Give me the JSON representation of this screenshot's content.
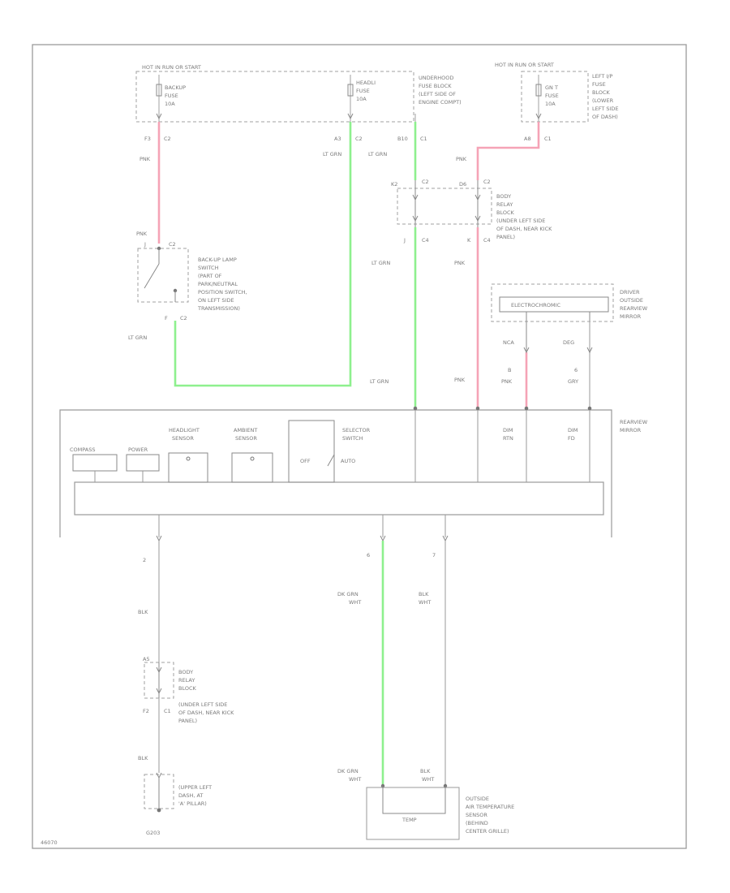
{
  "colors": {
    "pink_wire": "#f5a3b6",
    "green_wire": "#8ef08e",
    "gray_line": "#9a9a9a",
    "light_line": "#b8b8b8",
    "text": "#7a7a7a"
  },
  "fuse_blocks": {
    "left": {
      "header": "HOT IN RUN OR START",
      "fuse1": [
        "BACKUP",
        "FUSE",
        "10A"
      ],
      "fuse1_pin": "F3",
      "fuse1_conn": "C2",
      "fuse2": [
        "HEADLI",
        "FUSE",
        "10A"
      ],
      "fuse2_pin": "A3",
      "fuse2_conn": "C2"
    },
    "underhood_label": [
      "UNDERHOOD",
      "FUSE BLOCK",
      "(LEFT SIDE OF",
      "ENGINE COMPT)"
    ],
    "underhood_pin": "B10",
    "underhood_conn": "C1",
    "right": {
      "header": "HOT IN RUN OR START",
      "fuse": [
        "GN T",
        "FUSE",
        "10A"
      ],
      "pin": "A8",
      "conn": "C1",
      "label": [
        "LEFT I/P",
        "FUSE",
        "BLOCK",
        "(LOWER",
        "LEFT SIDE",
        "OF DASH)"
      ]
    }
  },
  "wires": {
    "pnk1": "PNK",
    "pnk2": "PNK",
    "lt_grn_a": "LT GRN",
    "lt_grn_b": "LT GRN",
    "lt_grn_c": "LT GRN",
    "lt_grn_d": "LT GRN",
    "lt_grn_e": "LT GRN",
    "pnk3": "PNK",
    "pnk4": "PNK",
    "pnk5": "PNK",
    "pnk6": "PNK",
    "gry": "GRY",
    "blk1": "BLK",
    "blk2": "BLK",
    "dk_grn_wht1": [
      "DK GRN",
      "WHT"
    ],
    "blk_wht1": [
      "BLK",
      "WHT"
    ],
    "dk_grn_wht2": [
      "DK GRN",
      "WHT"
    ],
    "blk_wht2": [
      "BLK",
      "WHT"
    ]
  },
  "backup_switch": {
    "label": [
      "BACK-UP LAMP",
      "SWITCH",
      "(PART OF",
      "PARK/NEUTRAL",
      "POSITION SWITCH,",
      "ON LEFT SIDE",
      "TRANSMISSION)"
    ],
    "pin_top": "J",
    "conn_top": "C2",
    "pin_bottom": "F",
    "conn_bottom": "C2"
  },
  "body_relay_top": {
    "label": [
      "BODY",
      "RELAY",
      "BLOCK",
      "(UNDER LEFT SIDE",
      "OF DASH, NEAR KICK",
      "PANEL)"
    ],
    "pin_tl": "K2",
    "conn_tl": "C2",
    "pin_tr": "D6",
    "conn_tr": "C2",
    "pin_bl": "J",
    "conn_bl": "C4",
    "pin_br": "K",
    "conn_br": "C4"
  },
  "outside_mirror": {
    "label": [
      "DRIVER",
      "OUTSIDE",
      "REARVIEW",
      "MIRROR"
    ],
    "inner": "ELECTROCHROMIC",
    "pin_a": "NCA",
    "pin_b": "DEG",
    "pin_c": "B",
    "pin_d": "6"
  },
  "rearview_mirror": {
    "label": [
      "REARVIEW",
      "MIRROR"
    ],
    "compass": "COMPASS",
    "power": "POWER",
    "headlight_sensor": [
      "HEADLIGHT",
      "SENSOR"
    ],
    "ambient_sensor": [
      "AMBIENT",
      "SENSOR"
    ],
    "selector_switch": [
      "SELECTOR",
      "SWITCH"
    ],
    "sel_off": "OFF",
    "sel_auto": "AUTO",
    "dim_a": [
      "DIM",
      "RTN"
    ],
    "dim_b": [
      "DIM",
      "FD"
    ],
    "pin_bottom1": "2",
    "pin_bottom2": "6",
    "pin_bottom3": "7"
  },
  "body_relay_bottom": {
    "label": [
      "BODY",
      "RELAY",
      "BLOCK",
      "(UNDER LEFT SIDE",
      "OF DASH, NEAR KICK",
      "PANEL)"
    ],
    "pin_top": "A5",
    "pin_bottom": "F2",
    "conn_bottom": "C1"
  },
  "ground": {
    "label": [
      "(UPPER LEFT",
      "DASH, AT",
      "'A' PILLAR)"
    ],
    "id": "G203"
  },
  "temp_sensor": {
    "label": [
      "OUTSIDE",
      "AIR TEMPERATURE",
      "SENSOR",
      "(BEHIND",
      "CENTER GRILLE)"
    ],
    "inner": "TEMP"
  },
  "footer_id": "46070"
}
